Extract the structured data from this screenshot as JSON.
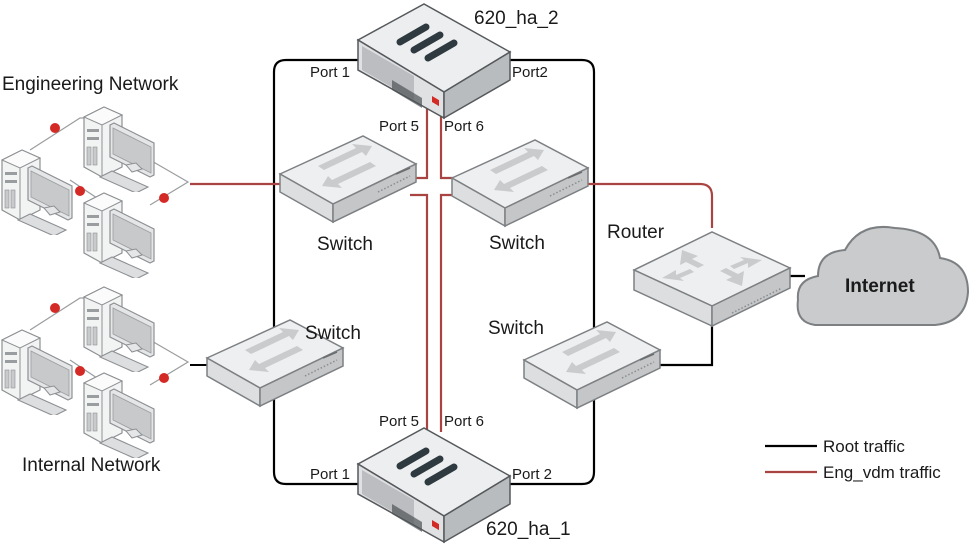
{
  "devices": {
    "fw_top": {
      "name": "620_ha_2",
      "ports": {
        "p1": "Port 1",
        "p2": "Port2",
        "p5": "Port 5",
        "p6": "Port 6"
      }
    },
    "fw_bottom": {
      "name": "620_ha_1",
      "ports": {
        "p1": "Port 1",
        "p2": "Port 2",
        "p5": "Port 5",
        "p6": "Port 6"
      }
    },
    "switch_label": "Switch",
    "router_label": "Router",
    "internet_label": "Internet"
  },
  "networks": {
    "engineering": "Engineering Network",
    "internal": "Internal Network"
  },
  "legend": {
    "root": {
      "label": "Root traffic",
      "color": "#000000"
    },
    "eng": {
      "label": "Eng_vdm traffic",
      "color": "#a94442"
    }
  },
  "colors": {
    "red_dot": "#d42a26",
    "device_fill": "#eceeef",
    "device_side": "#b9bcbe"
  }
}
